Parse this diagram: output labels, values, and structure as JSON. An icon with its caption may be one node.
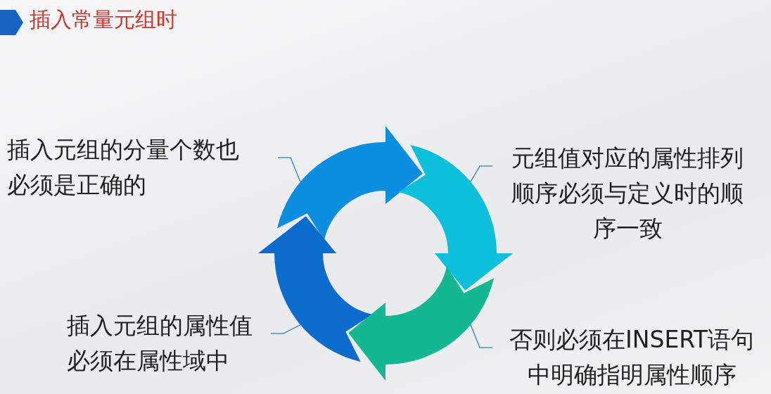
{
  "diagram": {
    "title": "插入常量元组时",
    "nodes": [
      {
        "text": [
          "插入元组的分量个数也必须是正确的"
        ]
      },
      {
        "text": [
          "元组值对应的属性排列顺序必须与定义时的顺序一致"
        ]
      },
      {
        "text": [],
        "shape": "arrow"
      },
      {
        "text": [],
        "shape": "arrow"
      },
      {
        "text": [],
        "shape": "arrow"
      },
      {
        "text": [],
        "shape": "arrow"
      },
      {
        "text": [
          "插入元组的属性值必须在属性域中"
        ]
      },
      {
        "text": [
          "否则必须在INSERT语句中明确指明属性顺序"
        ]
      }
    ],
    "edges": [
      {
        "from": 0,
        "to": 2,
        "arrow": "none"
      },
      {
        "from": 1,
        "to": 3,
        "arrow": "none"
      },
      {
        "from": 6,
        "to": 4,
        "arrow": "none"
      },
      {
        "from": 7,
        "to": 5,
        "arrow": "none"
      }
    ]
  }
}
